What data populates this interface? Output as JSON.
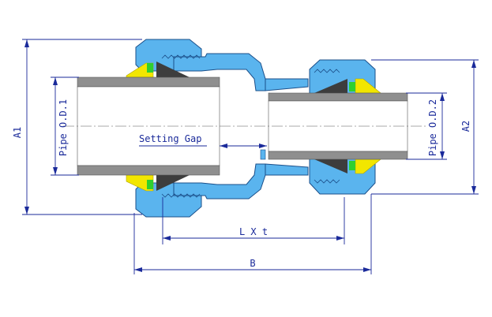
{
  "labels": {
    "a1": "A1",
    "a2": "A2",
    "pipe_od1": "Pipe O.D.1",
    "pipe_od2": "Pipe O.D.2",
    "setting_gap": "Setting Gap",
    "lxt": "L X t",
    "b": "B"
  },
  "colors": {
    "body_blue": "#5ab4ee",
    "body_outline": "#1b4f8a",
    "pipe_gray": "#8f8f8f",
    "pipe_white": "#ffffff",
    "seal_dark": "#3d3d3d",
    "ring_yellow": "#f2e600",
    "ring_green": "#2fd02f",
    "dimension_blue": "#1a2a9a"
  }
}
